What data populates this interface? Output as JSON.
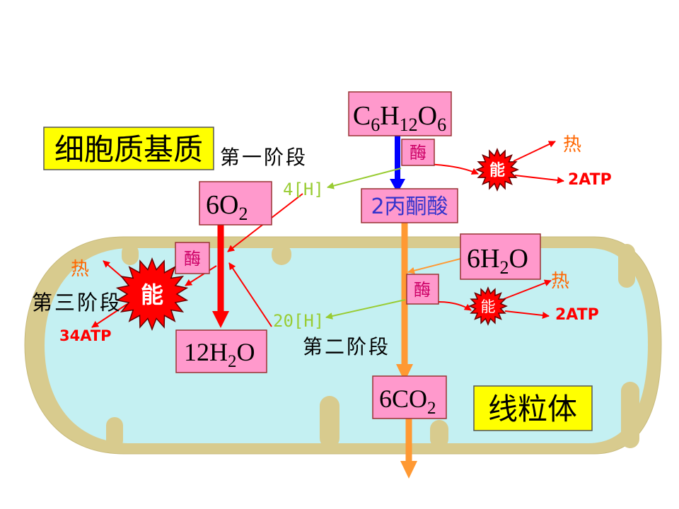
{
  "regions": {
    "cytoplasm": "细胞质基质",
    "mitochondrion": "线粒体"
  },
  "molecules": {
    "glucose": [
      {
        "el": "C",
        "sub": "6"
      },
      {
        "el": "H",
        "sub": "12"
      },
      {
        "el": "O",
        "sub": "6"
      }
    ],
    "pyruvate": "2丙酮酸",
    "oxygen": {
      "main": "6O",
      "sub": "2"
    },
    "water_in": {
      "main": "6H",
      "sub": "2",
      "tail": "O"
    },
    "water_out": {
      "main": "12H",
      "sub": "2",
      "tail": "O"
    },
    "carbon_dioxide": {
      "main": "6CO",
      "sub": "2"
    }
  },
  "stage1": {
    "name": "第一阶段",
    "enzyme": "酶",
    "hydrogen": "4[H]",
    "energy": "能",
    "heat": "热",
    "atp": "2ATP"
  },
  "stage2": {
    "name": "第二阶段",
    "enzyme": "酶",
    "hydrogen": "20[H]",
    "energy": "能",
    "heat": "热",
    "atp": "2ATP"
  },
  "stage3": {
    "name": "第三阶段",
    "enzyme": "酶",
    "energy": "能",
    "heat": "热",
    "atp": "34ATP"
  },
  "colors": {
    "membrane": "#D8CB8E",
    "matrix": "#C4F0F2",
    "region_yellow": "#FFFF00",
    "molecule_box": "#FF99CC",
    "glycolysis_arrow": "#0000FF",
    "aerobic_arrow": "#FF9933",
    "oxygen_arrow": "#FF0000",
    "hydrogen": "#99CC33",
    "energy_burst": "#FF0000",
    "energy_text": "#FFFFFF",
    "heat": "#FF6600",
    "atp": "#FF0000",
    "pyruvate_text": "#3333CC",
    "enzyme_text": "#CC0066",
    "label_text": "#000000"
  }
}
